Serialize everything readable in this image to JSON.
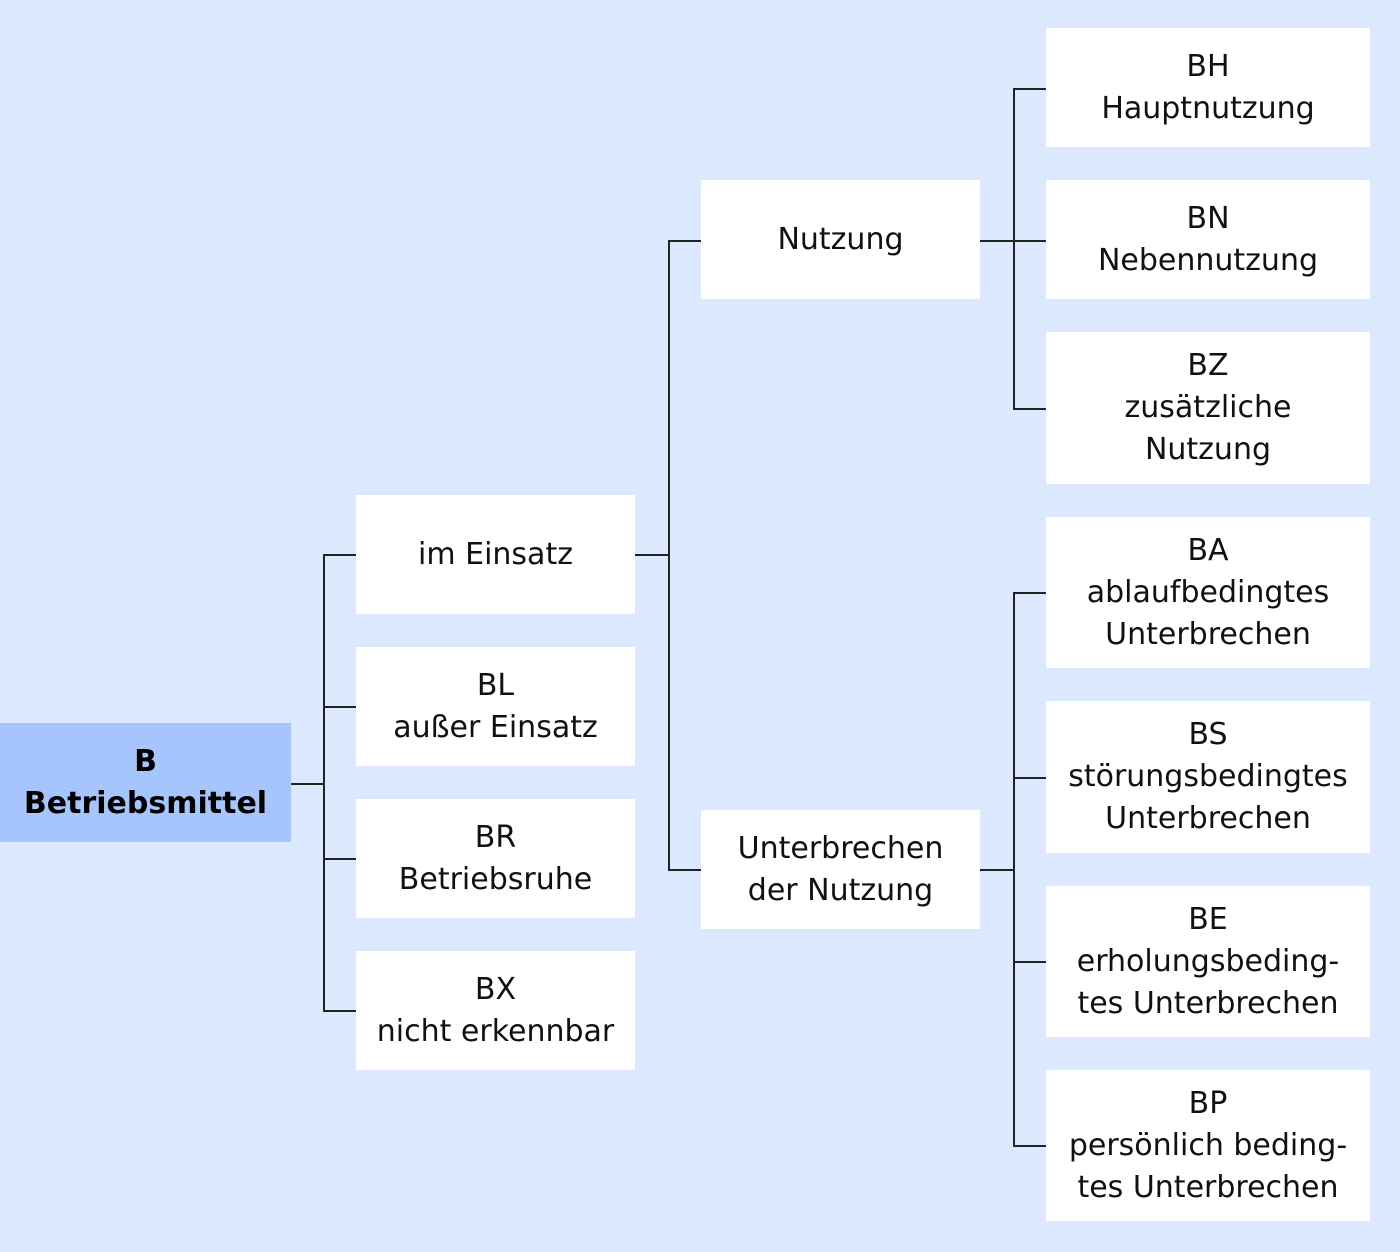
{
  "root": {
    "code": "B",
    "label": "Betriebsmittel"
  },
  "level2": [
    {
      "code": "",
      "label": "im Einsatz"
    },
    {
      "code": "BL",
      "label": "außer Einsatz"
    },
    {
      "code": "BR",
      "label": "Betriebsruhe"
    },
    {
      "code": "BX",
      "label": "nicht erkennbar"
    }
  ],
  "level3": [
    {
      "lines": [
        "Nutzung"
      ]
    },
    {
      "lines": [
        "Unterbrechen",
        "der Nutzung"
      ]
    }
  ],
  "nutzung": [
    {
      "lines": [
        "BH",
        "Hauptnutzung"
      ]
    },
    {
      "lines": [
        "BN",
        "Nebennutzung"
      ]
    },
    {
      "lines": [
        "BZ",
        "zusätzliche",
        "Nutzung"
      ]
    }
  ],
  "unterbrechen": [
    {
      "lines": [
        "BA",
        "ablaufbedingtes",
        "Unterbrechen"
      ]
    },
    {
      "lines": [
        "BS",
        "störungsbedingtes",
        "Unterbrechen"
      ]
    },
    {
      "lines": [
        "BE",
        "erholungsbeding-",
        "tes Unterbrechen"
      ]
    },
    {
      "lines": [
        "BP",
        "persönlich beding-",
        "tes Unterbrechen"
      ]
    }
  ]
}
